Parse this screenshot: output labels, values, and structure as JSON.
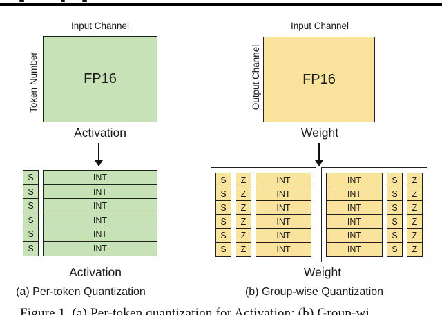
{
  "colors": {
    "green_fill": "#C8E2B8",
    "yellow_fill": "#FAE39C",
    "cell_border": "#202020",
    "rule": "#000000",
    "ink": "#1a1a1a"
  },
  "panel_a": {
    "axis_top": "Input Channel",
    "axis_left": "Token Number",
    "matrix_value": "FP16",
    "matrix_name": "Activation",
    "scale_cells": [
      "S",
      "S",
      "S",
      "S",
      "S",
      "S"
    ],
    "int_cells": [
      "INT",
      "INT",
      "INT",
      "INT",
      "INT",
      "INT"
    ],
    "quantized_name": "Activation",
    "caption": "(a) Per-token Quantization"
  },
  "panel_b": {
    "axis_top": "Input Channel",
    "axis_left": "Output Channel",
    "matrix_value": "FP16",
    "matrix_name": "Weight",
    "group1": {
      "s_cells": [
        "S",
        "S",
        "S",
        "S",
        "S",
        "S"
      ],
      "z_cells": [
        "Z",
        "Z",
        "Z",
        "Z",
        "Z",
        "Z"
      ],
      "int_cells": [
        "INT",
        "INT",
        "INT",
        "INT",
        "INT",
        "INT"
      ]
    },
    "group2": {
      "int_cells": [
        "INT",
        "INT",
        "INT",
        "INT",
        "INT",
        "INT"
      ],
      "s_cells": [
        "S",
        "S",
        "S",
        "S",
        "S",
        "S"
      ],
      "z_cells": [
        "Z",
        "Z",
        "Z",
        "Z",
        "Z",
        "Z"
      ]
    },
    "quantized_name": "Weight",
    "caption": "(b) Group-wise Quantization"
  },
  "figure_caption_clipped": "Figure 1. (a) Per-token quantization for Activation; (b) Group-wi"
}
